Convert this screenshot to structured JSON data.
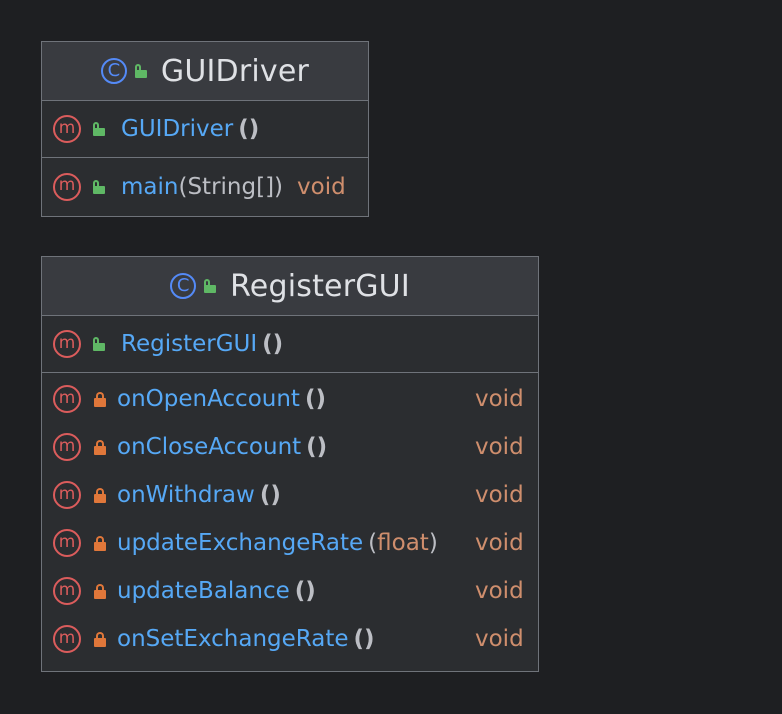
{
  "colors": {
    "background": "#1e1f22",
    "box_body": "#2b2d30",
    "box_header": "#393b40",
    "border": "#6f737a",
    "class_icon": "#548af7",
    "method_icon": "#db5c5c",
    "public_lock": "#5fb865",
    "private_lock": "#e0773a",
    "method_name": "#56a8f5",
    "keyword": "#cf8e6d",
    "text": "#bcbec4",
    "title": "#dfe1e5"
  },
  "icons": {
    "class_glyph": "C",
    "method_glyph": "m"
  },
  "classes": [
    {
      "name": "GUIDriver",
      "constructor": {
        "name": "GUIDriver",
        "parens": "()",
        "visibility": "public"
      },
      "methods": [
        {
          "name": "main",
          "params_open": "(",
          "param": "String[]",
          "params_close": ")",
          "returns": "void",
          "visibility": "public"
        }
      ]
    },
    {
      "name": "RegisterGUI",
      "constructor": {
        "name": "RegisterGUI",
        "parens": "()",
        "visibility": "public"
      },
      "methods": [
        {
          "name": "onOpenAccount",
          "parens": "()",
          "returns": "void",
          "visibility": "private"
        },
        {
          "name": "onCloseAccount",
          "parens": "()",
          "returns": "void",
          "visibility": "private"
        },
        {
          "name": "onWithdraw",
          "parens": "()",
          "returns": "void",
          "visibility": "private"
        },
        {
          "name": "updateExchangeRate",
          "params_open": "(",
          "param": "float",
          "params_close": ")",
          "returns": "void",
          "visibility": "private"
        },
        {
          "name": "updateBalance",
          "parens": "()",
          "returns": "void",
          "visibility": "private"
        },
        {
          "name": "onSetExchangeRate",
          "parens": "()",
          "returns": "void",
          "visibility": "private"
        }
      ]
    }
  ]
}
